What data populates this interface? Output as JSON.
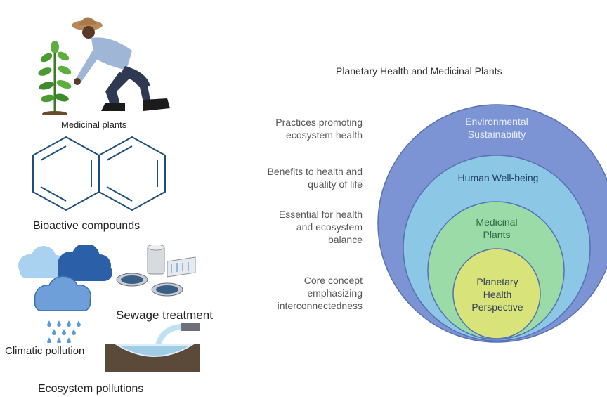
{
  "left_panel": {
    "medicinal_plants_label": "Medicinal plants",
    "bioactive_label": "Bioactive compounds",
    "sewage_label": "Sewage treatment",
    "climatic_label": "Climatic pollution",
    "ecosystem_label": "Ecosystem pollutions"
  },
  "diagram": {
    "title": "Planetary Health and Medicinal Plants",
    "descriptions": [
      "Practices promoting\necosystem health",
      "Benefits to health and\nquality of life",
      "Essential for health\nand ecosystem\nbalance",
      "Core concept\nemphasizing\ninterconnectedness"
    ],
    "rings": [
      {
        "label": "Environmental\nSustainability",
        "color": "#7d94d4",
        "text_color": "#e8eefb"
      },
      {
        "label": "Human Well-being",
        "color": "#8cc8e6",
        "text_color": "#1f3f66"
      },
      {
        "label": "Medicinal\nPlants",
        "color": "#9bdba8",
        "text_color": "#2d6a45"
      },
      {
        "label": "Planetary\nHealth\nPerspective",
        "color": "#d8e47a",
        "text_color": "#2f3e5a"
      }
    ]
  }
}
